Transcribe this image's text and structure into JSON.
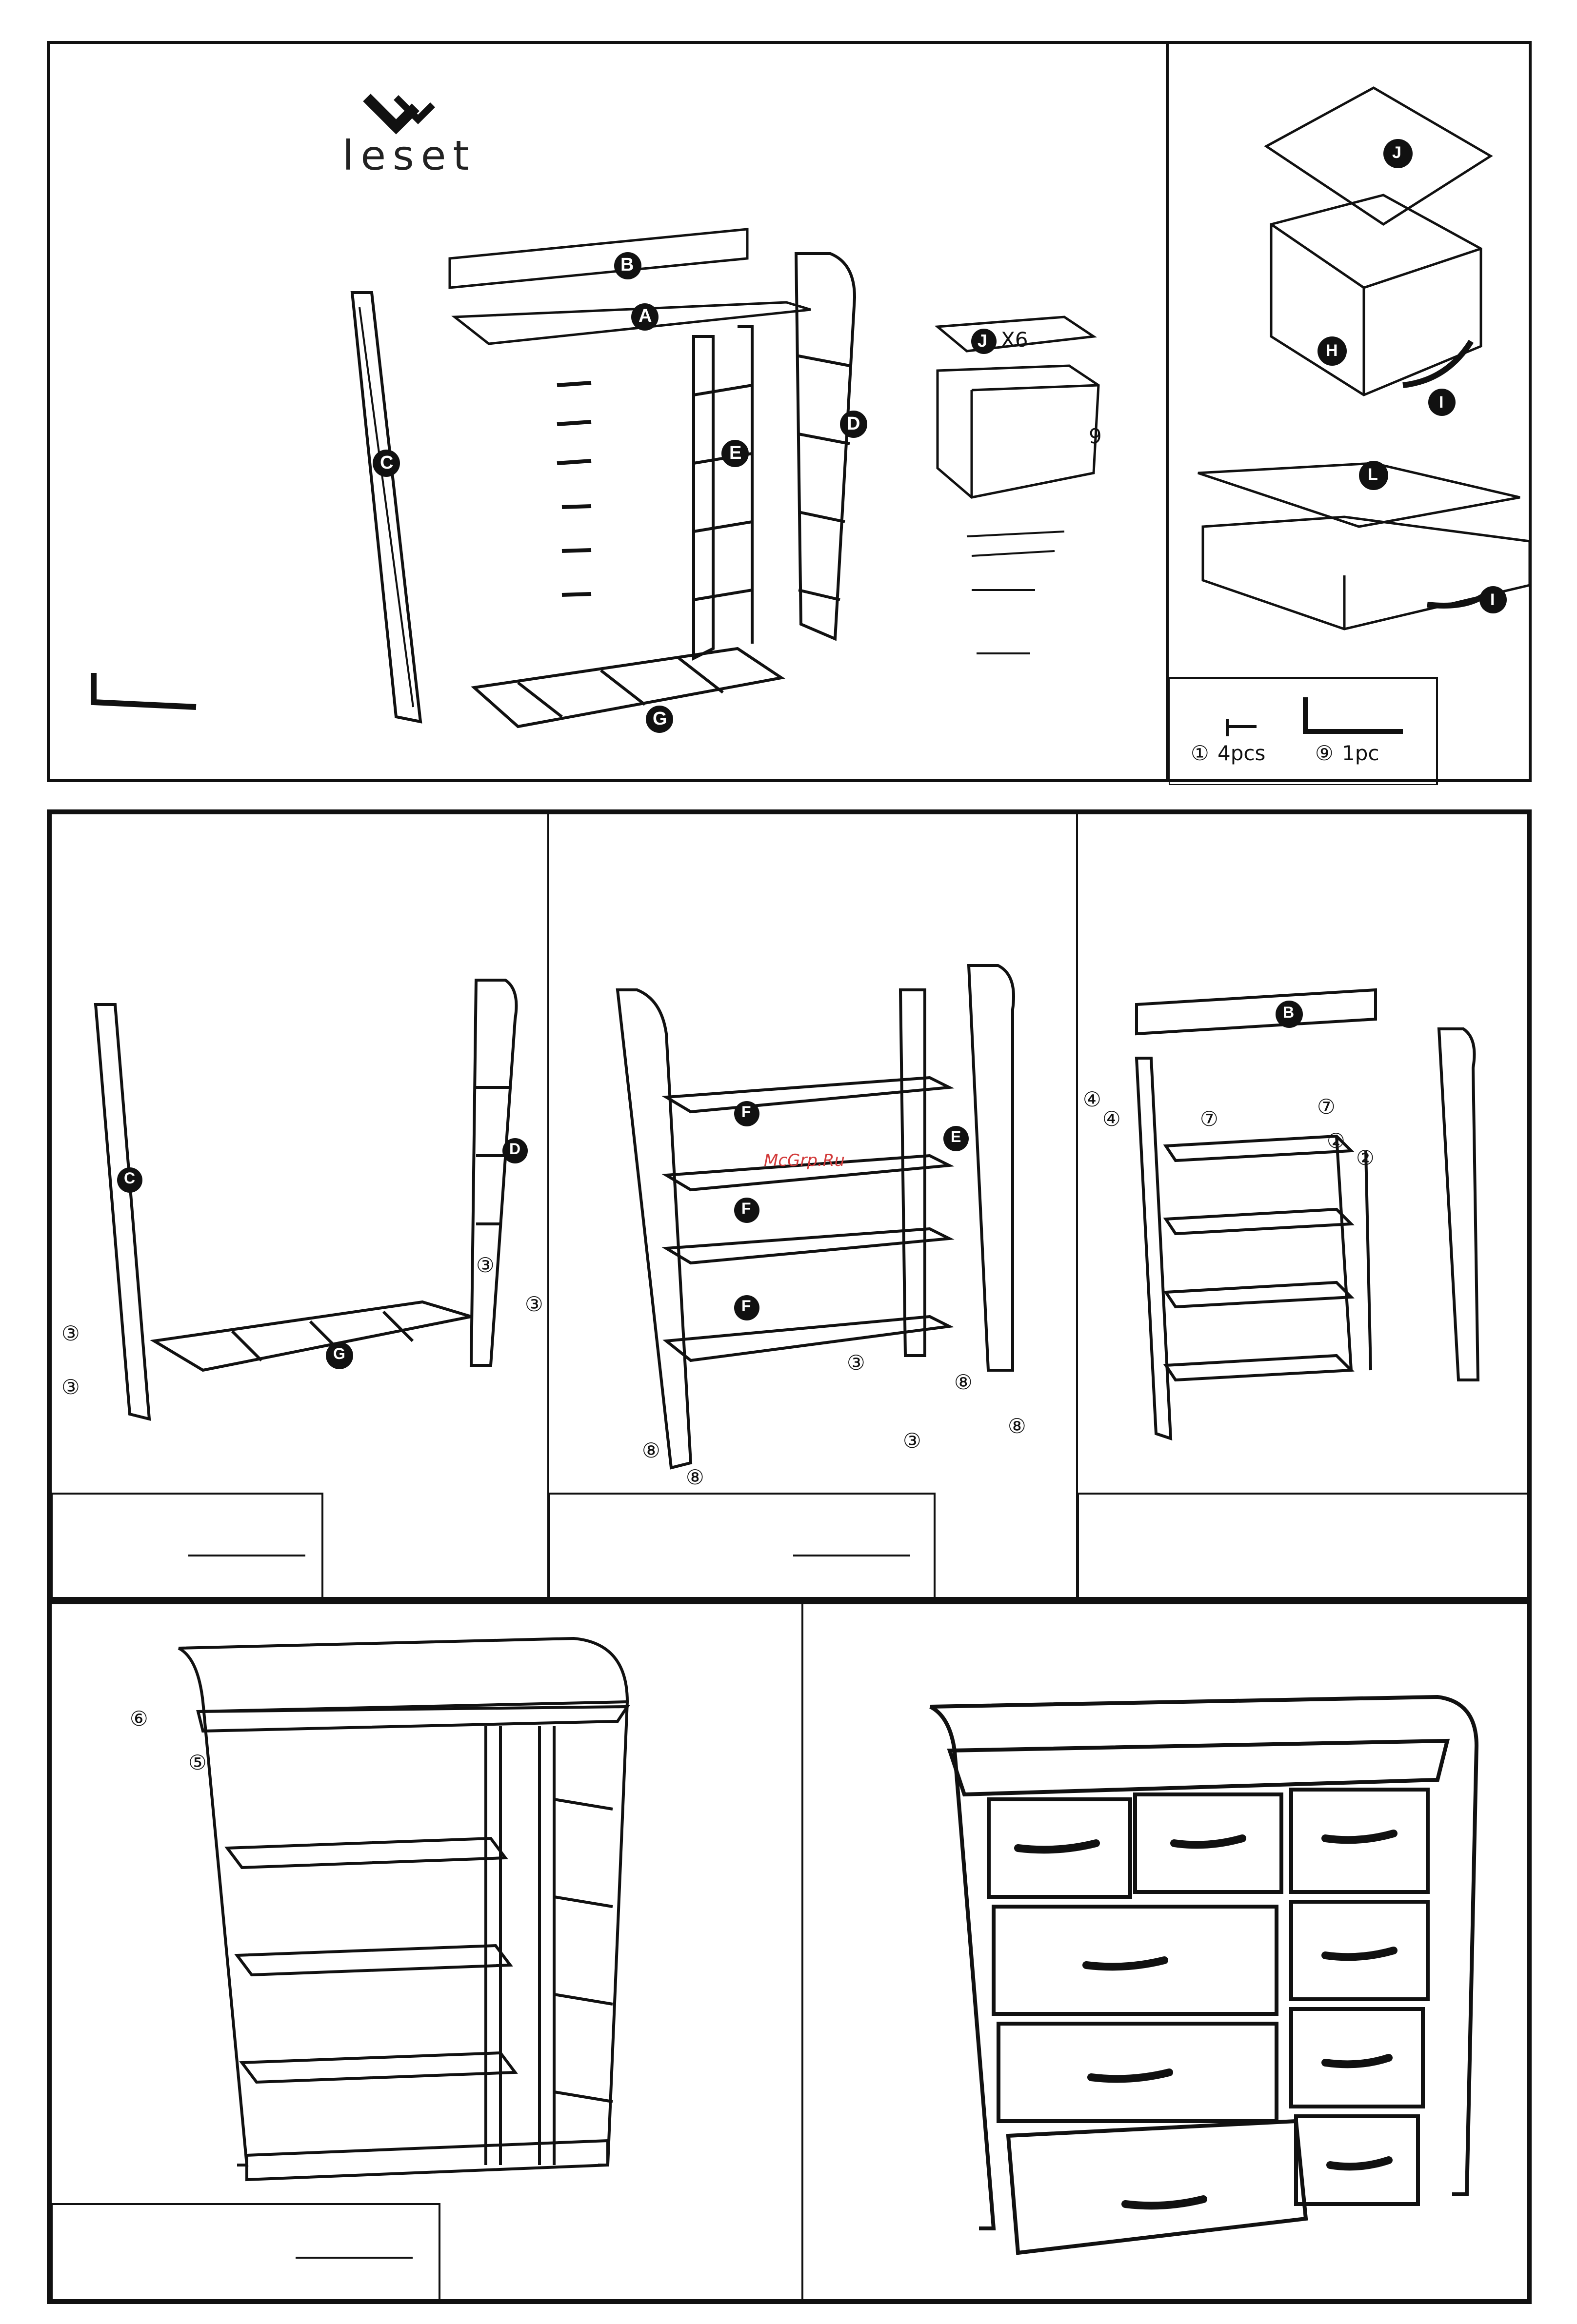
{
  "brand": {
    "name": "leset"
  },
  "parts": {
    "A": "A",
    "B": "B",
    "C": "C",
    "D": "D",
    "E": "E",
    "F": "F",
    "G": "G",
    "H": "H",
    "I": "I",
    "J": "J",
    "L": "L"
  },
  "bin_note": {
    "label": "J",
    "qty": "X6",
    "number": "9"
  },
  "hardware_legend": [
    {
      "num": "①",
      "qty": "4pcs"
    },
    {
      "num": "⑨",
      "qty": "1pc"
    }
  ],
  "screw_marks": {
    "one": "①",
    "two": "②",
    "three": "③",
    "four": "④",
    "five": "⑤",
    "six": "⑥",
    "seven": "⑦",
    "eight": "⑧"
  },
  "watermark": "McGrp.Ru"
}
